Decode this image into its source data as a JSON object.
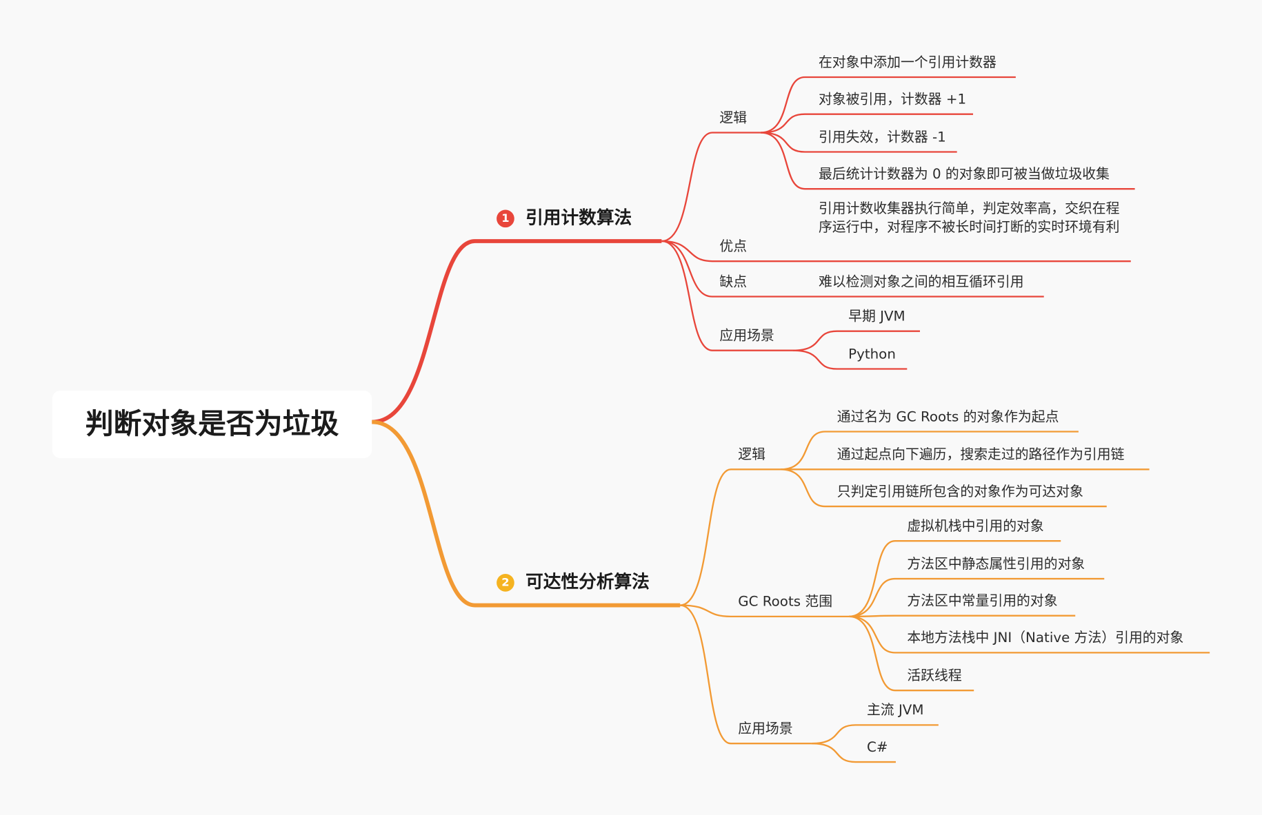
{
  "colors": {
    "branch1": "#e8463b",
    "branch2": "#f29a34",
    "badge1": "#e8463b",
    "badge2": "#f5b320",
    "root_bg": "#ffffff",
    "canvas_bg": "#f9f9f9"
  },
  "root": "判断对象是否为垃圾",
  "branch1": {
    "badge": "1",
    "title": "引用计数算法",
    "logic": {
      "label": "逻辑",
      "items": [
        "在对象中添加一个引用计数器",
        "对象被引用，计数器 +1",
        "引用失效，计数器 -1",
        "最后统计计数器为 0 的对象即可被当做垃圾收集"
      ]
    },
    "pros": {
      "label": "优点",
      "text": "引用计数收集器执行简单，判定效率高，交织在程序运行中，对程序不被长时间打断的实时环境有利"
    },
    "cons": {
      "label": "缺点",
      "text": "难以检测对象之间的相互循环引用"
    },
    "usage": {
      "label": "应用场景",
      "items": [
        "早期 JVM",
        "Python"
      ]
    }
  },
  "branch2": {
    "badge": "2",
    "title": "可达性分析算法",
    "logic": {
      "label": "逻辑",
      "items": [
        "通过名为 GC Roots 的对象作为起点",
        "通过起点向下遍历，搜索走过的路径作为引用链",
        "只判定引用链所包含的对象作为可达对象"
      ]
    },
    "roots": {
      "label": "GC Roots 范围",
      "items": [
        "虚拟机栈中引用的对象",
        "方法区中静态属性引用的对象",
        "方法区中常量引用的对象",
        "本地方法栈中 JNI（Native 方法）引用的对象",
        "活跃线程"
      ]
    },
    "usage": {
      "label": "应用场景",
      "items": [
        "主流 JVM",
        "C#"
      ]
    }
  }
}
